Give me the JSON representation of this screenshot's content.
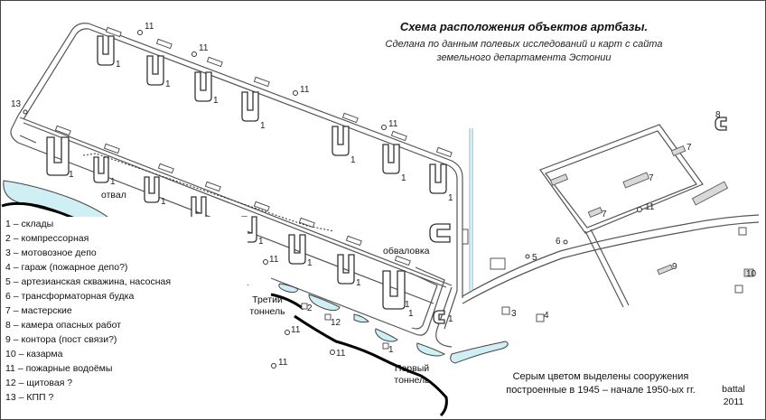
{
  "title": "Схема расположения объектов артбазы.",
  "subtitle_line1": "Сделана по данным полевых исследований и карт с сайта",
  "subtitle_line2": "земельного департамента Эстонии",
  "legend": [
    "1 – склады",
    "2 – компрессорная",
    "3 – мотовозное депо",
    "4 – гараж (пожарное депо?)",
    "5 – артезианская скважина, насосная",
    "6 – трансформаторная будка",
    "7 – мастерские",
    "8 – камера опасных работ",
    "9 – контора (пост связи?)",
    "10 – казарма",
    "11 – пожарные водоёмы",
    "12 – щитовая ?",
    "13 – КПП ?"
  ],
  "map_labels": {
    "otval": "отвал",
    "obvalovka": "обваловка",
    "third_tunnel_1": "Третий",
    "third_tunnel_2": "тоннель",
    "first_tunnel_1": "Первый",
    "first_tunnel_2": "тоннель"
  },
  "note_line1": "Серым цветом выделены сооружения",
  "note_line2": "построенные в 1945 – начале 1950-ых гг.",
  "author": "battal",
  "year": "2011",
  "numbers": {
    "n1": "1",
    "n2": "2",
    "n3": "3",
    "n4": "4",
    "n5": "5",
    "n6": "6",
    "n7": "7",
    "n8": "8",
    "n9": "9",
    "n10": "10",
    "n11": "11",
    "n12": "12",
    "n13": "13"
  },
  "colors": {
    "water": "#cfeff5",
    "postwar_buildings": "#d9d9d9",
    "railway": "#7fb6c8"
  }
}
